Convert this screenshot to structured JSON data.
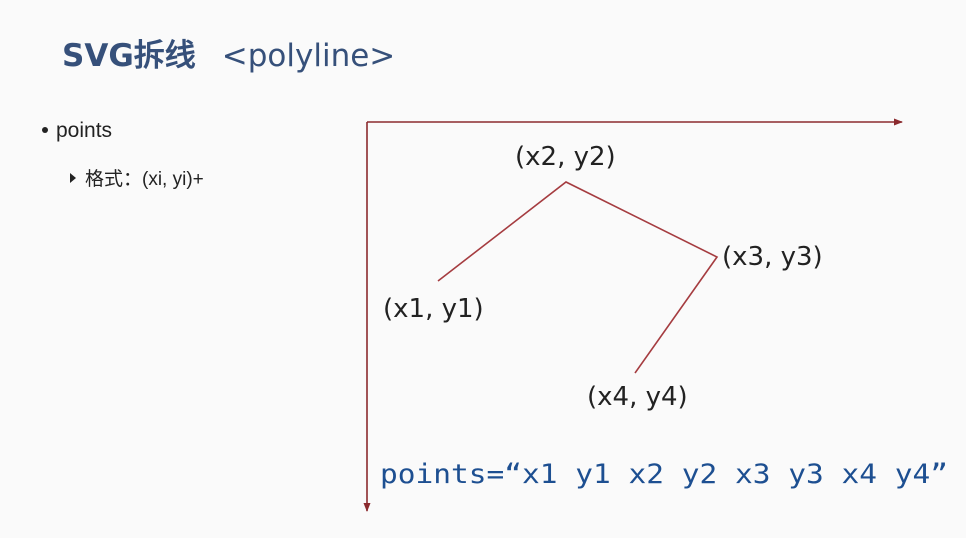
{
  "header": {
    "title_strong": "SVG拆线",
    "title_code": "<polyline>"
  },
  "bullets": {
    "level1": "points",
    "level2": "格式：(xi, yi)+"
  },
  "diagram": {
    "points": [
      {
        "label": "(x1, y1)"
      },
      {
        "label": "(x2, y2)"
      },
      {
        "label": "(x3, y3)"
      },
      {
        "label": "(x4, y4)"
      }
    ],
    "code": "points=“x1 y1 x2 y2 x3 y3 x4 y4”"
  },
  "colors": {
    "title": "#36507a",
    "axis": "#8b2a2e",
    "polyline": "#a53c40",
    "code": "#1d4f91"
  }
}
